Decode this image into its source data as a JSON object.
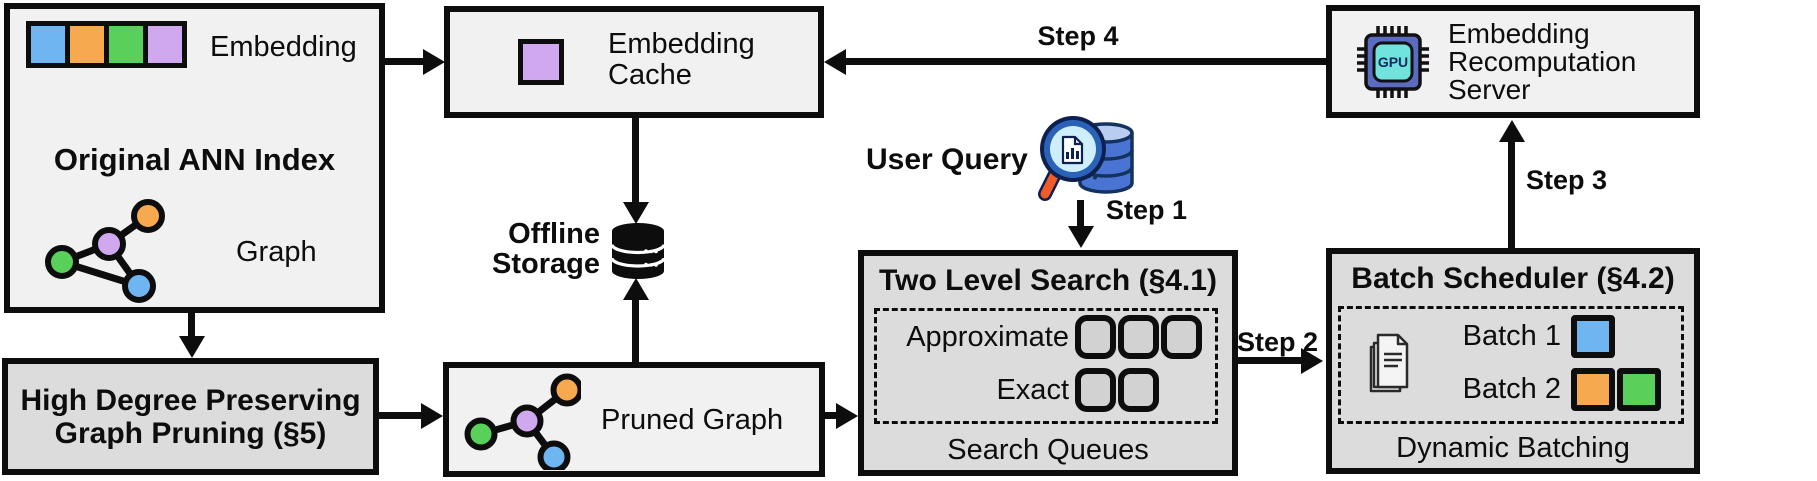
{
  "figure": {
    "ann_index": {
      "title": "Original ANN Index",
      "embedding_label": "Embedding",
      "graph_label": "Graph",
      "embedding_cells": [
        "blue",
        "orange",
        "green",
        "purple"
      ]
    },
    "embedding_cache": {
      "title": "Embedding\nCache"
    },
    "recomputation_server": {
      "title": "Embedding\nRecomputation\nServer",
      "gpu_label": "GPU"
    },
    "graph_pruning": {
      "title": "High Degree Preserving\nGraph Pruning (§5)"
    },
    "pruned_graph": {
      "label": "Pruned Graph"
    },
    "two_level_search": {
      "title": "Two Level Search (§4.1)",
      "approximate_label": "Approximate",
      "approximate_slots": 3,
      "exact_label": "Exact",
      "exact_slots": 2,
      "footer": "Search Queues"
    },
    "batch_scheduler": {
      "title": "Batch Scheduler (§4.2)",
      "batch1_label": "Batch 1",
      "batch1_items": [
        "blue"
      ],
      "batch2_label": "Batch 2",
      "batch2_items": [
        "orange",
        "green"
      ],
      "footer": "Dynamic Batching"
    },
    "user_query_label": "User Query",
    "offline_storage_label": "Offline\nStorage",
    "steps": {
      "step1": "Step 1",
      "step2": "Step 2",
      "step3": "Step 3",
      "step4": "Step 4"
    },
    "colors": {
      "blue": "#6fb5f1",
      "orange": "#f6a94f",
      "green": "#58d05a",
      "purple": "#d0a8ef",
      "box_light": "#f1f1f1",
      "box_gray": "#dcdcdc",
      "outline": "#0d0d0d",
      "queue_slot": "#d2d2d2",
      "gpu_body": "#5b6cc0",
      "gpu_screen": "#6fe3dc",
      "magnifier_rim": "#2a62b8",
      "magnifier_lens": "#cdeefa",
      "magnifier_handle": "#f15a29",
      "query_db": "#4a74d4",
      "storage_db": "#0d0d0d"
    }
  }
}
